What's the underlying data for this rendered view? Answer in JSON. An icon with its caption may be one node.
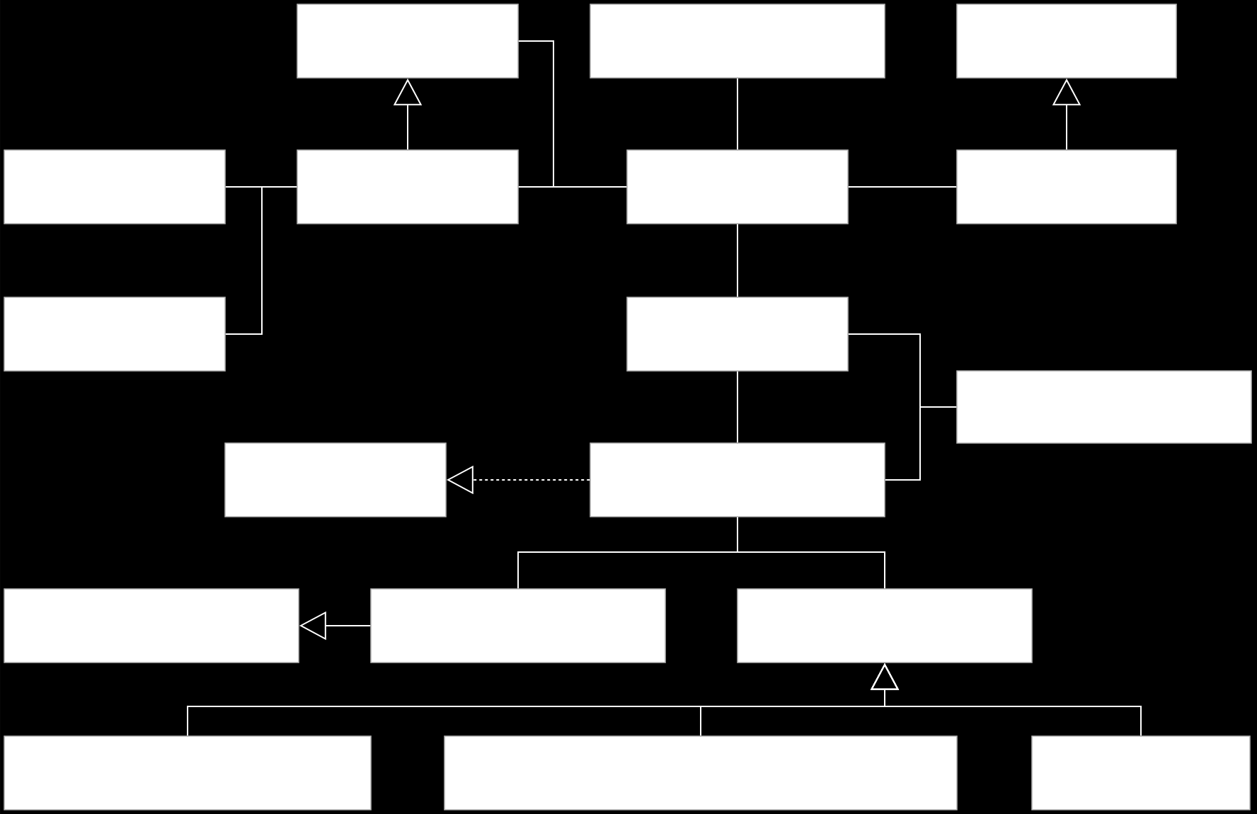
{
  "diagram": {
    "nodes": [
      {
        "text": [],
        "shape": "box"
      },
      {
        "text": [],
        "shape": "box"
      },
      {
        "text": [],
        "shape": "box"
      },
      {
        "text": [],
        "shape": "box"
      },
      {
        "text": [],
        "shape": "box"
      },
      {
        "text": [],
        "shape": "box"
      },
      {
        "text": [],
        "shape": "box"
      },
      {
        "text": [],
        "shape": "box"
      },
      {
        "text": [],
        "shape": "box"
      },
      {
        "text": [],
        "shape": "box"
      },
      {
        "text": [],
        "shape": "box"
      },
      {
        "text": [],
        "shape": "box"
      },
      {
        "text": [],
        "shape": "box"
      },
      {
        "text": [],
        "shape": "box"
      },
      {
        "text": [],
        "shape": "box"
      },
      {
        "text": [],
        "shape": "box"
      },
      {
        "text": [],
        "shape": "box"
      },
      {
        "text": [],
        "shape": "box"
      }
    ],
    "edges": [
      {
        "from": 4,
        "to": 0,
        "arrow": "to"
      },
      {
        "from": 0,
        "to": 5,
        "arrow": "none"
      },
      {
        "from": 4,
        "to": 5,
        "arrow": "none"
      },
      {
        "from": 3,
        "to": 4,
        "arrow": "none"
      },
      {
        "from": 7,
        "to": 4,
        "arrow": "none"
      },
      {
        "from": 1,
        "to": 5,
        "arrow": "none"
      },
      {
        "from": 5,
        "to": 6,
        "arrow": "none"
      },
      {
        "from": 6,
        "to": 2,
        "arrow": "to"
      },
      {
        "from": 5,
        "to": 8,
        "arrow": "none"
      },
      {
        "from": 8,
        "to": 11,
        "arrow": "none"
      },
      {
        "from": 8,
        "to": 9,
        "arrow": "none"
      },
      {
        "from": 11,
        "to": 9,
        "arrow": "none"
      },
      {
        "from": 11,
        "to": 10,
        "arrow": "to",
        "style": "dashed"
      },
      {
        "from": 11,
        "to": 13,
        "arrow": "none"
      },
      {
        "from": 11,
        "to": 14,
        "arrow": "none"
      },
      {
        "from": 13,
        "to": 12,
        "arrow": "to"
      },
      {
        "from": 15,
        "to": 14,
        "arrow": "to"
      },
      {
        "from": 16,
        "to": 14,
        "arrow": "to"
      },
      {
        "from": 17,
        "to": 14,
        "arrow": "to"
      }
    ]
  }
}
